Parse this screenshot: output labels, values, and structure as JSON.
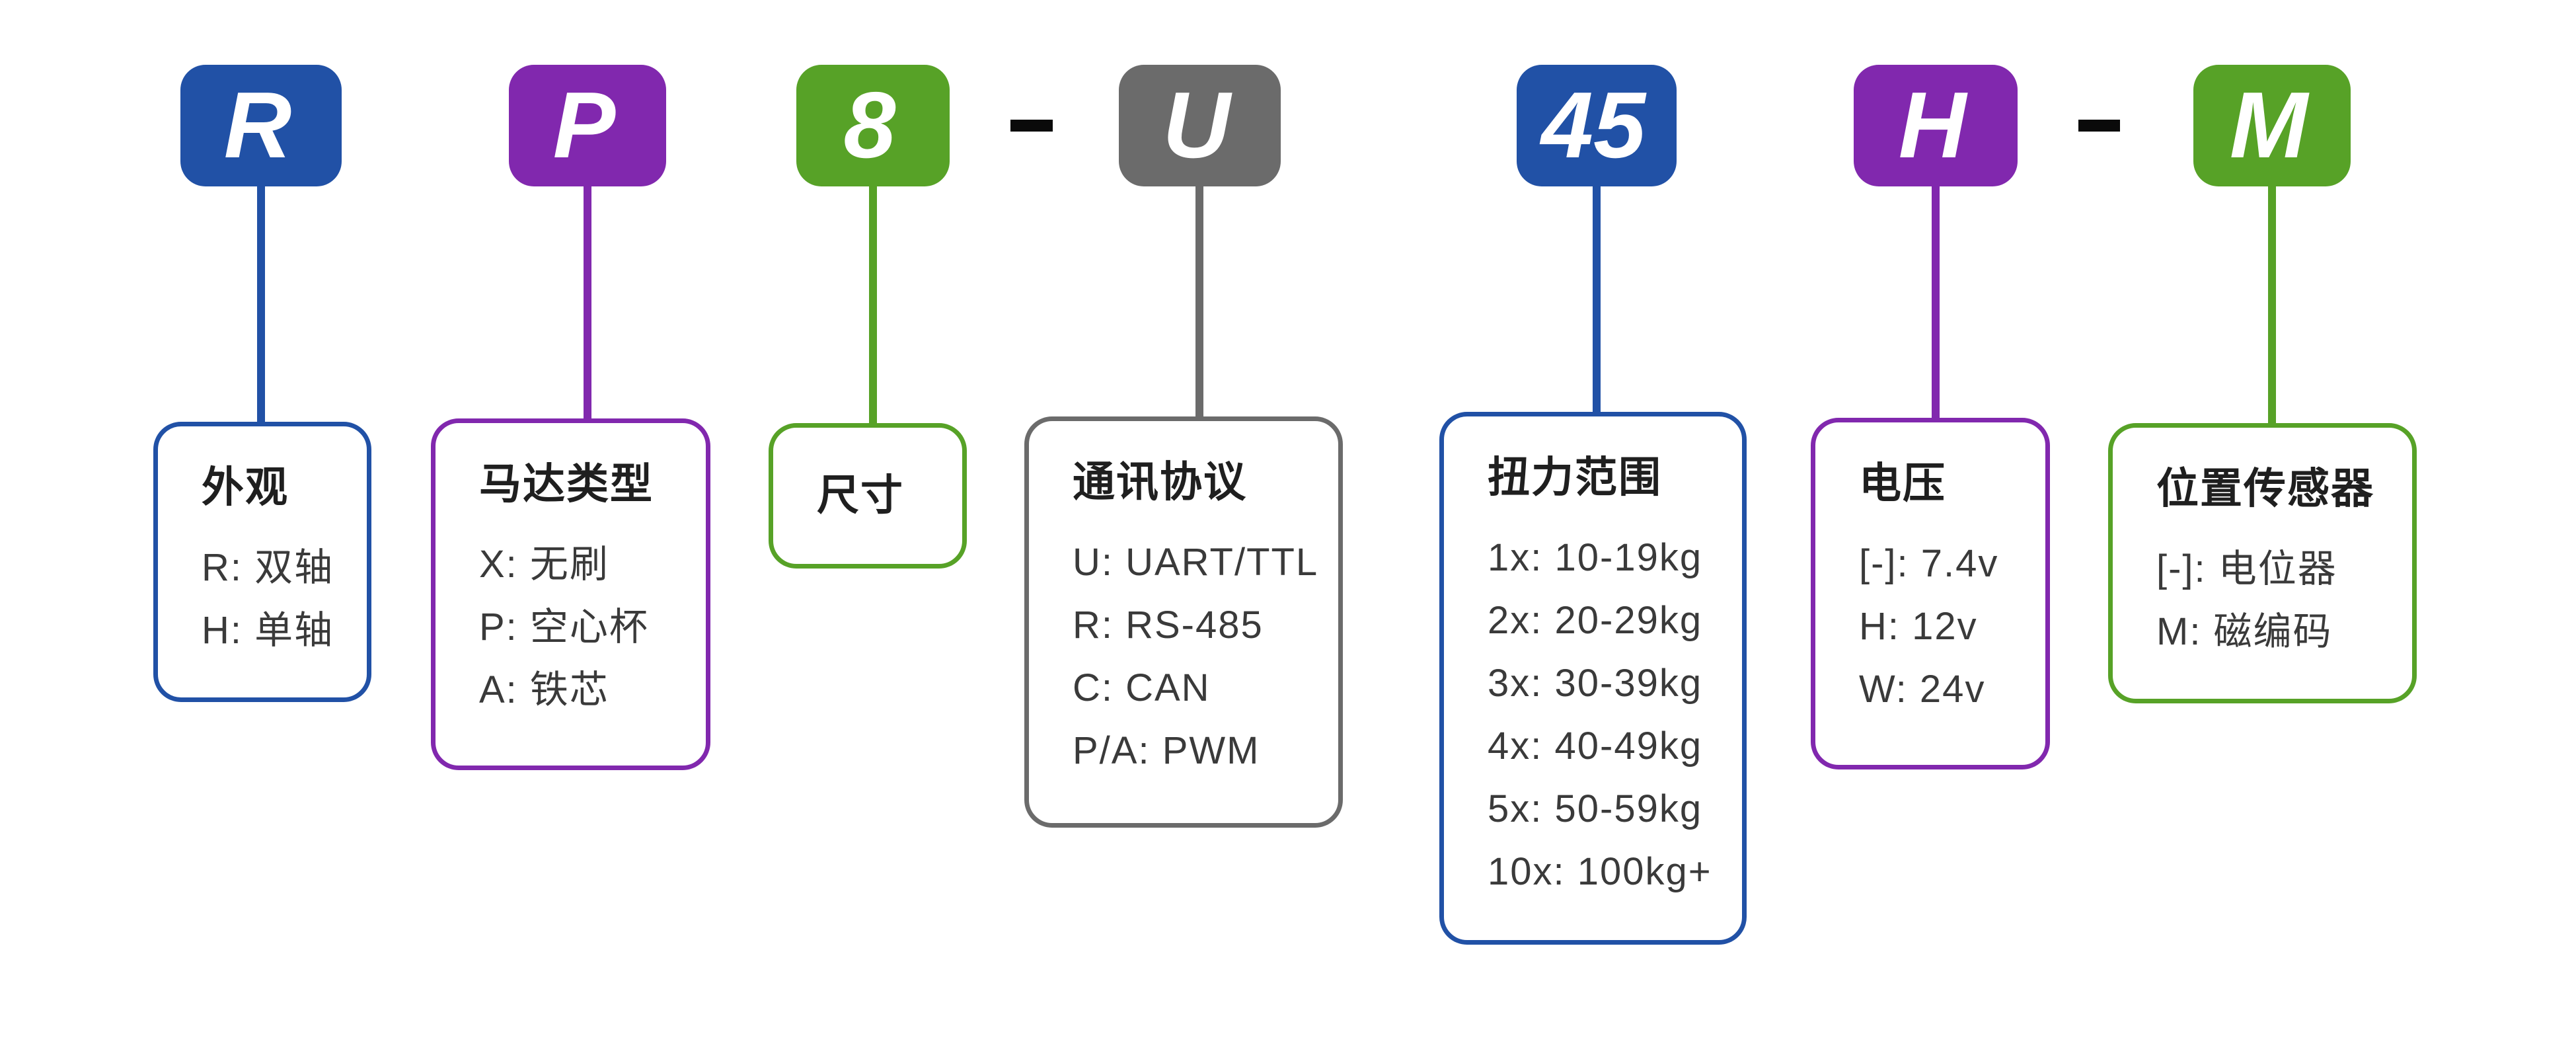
{
  "diagram": {
    "product_code": "RP8-U45H-M",
    "badges": [
      {
        "text": "R",
        "color": "blue",
        "separator": false
      },
      {
        "text": "P",
        "color": "purple",
        "separator": false
      },
      {
        "text": "8",
        "color": "green",
        "separator": false
      },
      {
        "text": "-",
        "color": "black",
        "separator": true
      },
      {
        "text": "U",
        "color": "gray",
        "separator": false
      },
      {
        "text": "45",
        "color": "blue",
        "separator": false
      },
      {
        "text": "H",
        "color": "purple",
        "separator": false
      },
      {
        "text": "-",
        "color": "black",
        "separator": true
      },
      {
        "text": "M",
        "color": "green",
        "separator": false
      }
    ],
    "boxes": [
      {
        "title": "外观",
        "color": "blue",
        "items": [
          "R: 双轴",
          "H: 单轴"
        ]
      },
      {
        "title": "马达类型",
        "color": "purple",
        "items": [
          "X: 无刷",
          "P: 空心杯",
          "A: 铁芯"
        ]
      },
      {
        "title": "尺寸",
        "color": "green",
        "items": []
      },
      {
        "title": "通讯协议",
        "color": "gray",
        "items": [
          "U: UART/TTL",
          "R: RS-485",
          "C: CAN",
          "P/A: PWM"
        ]
      },
      {
        "title": "扭力范围",
        "color": "blue",
        "items": [
          "1x: 10-19kg",
          "2x: 20-29kg",
          "3x: 30-39kg",
          "4x: 40-49kg",
          "5x: 50-59kg",
          "10x: 100kg+"
        ]
      },
      {
        "title": "电压",
        "color": "purple",
        "items": [
          "[-]: 7.4v",
          "H: 12v",
          "W: 24v"
        ]
      },
      {
        "title": "位置传感器",
        "color": "green",
        "items": [
          "[-]: 电位器",
          "M: 磁编码"
        ]
      }
    ],
    "palette": {
      "blue": "#2151a6",
      "purple": "#8128ae",
      "green": "#57a227",
      "gray": "#6b6b6b",
      "black": "#0a0a0a",
      "badge_text": "#ffffff",
      "title_text": "#1f1f1f",
      "item_text": "#3a3a3a",
      "background": "#ffffff"
    }
  }
}
